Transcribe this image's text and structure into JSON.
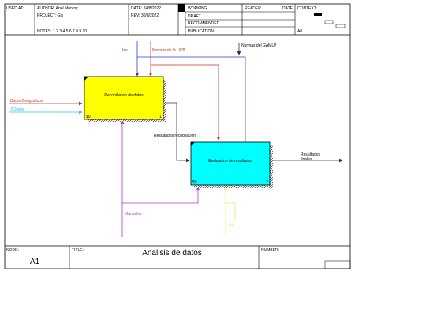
{
  "header": {
    "used_at": "USED AT:",
    "author": "AUTHOR:  Anel Monroy",
    "project": "PROJECT:  Gis",
    "notes": "NOTES:  1  2  3  4  5  6  7  8  9  10",
    "date": "DATE:  24/8/2022",
    "rev": "REV:   30/8/2022",
    "working": "WORKING",
    "draft": "DRAFT",
    "recommended": "RECOMMENDED",
    "publication": "PUBLICATION",
    "reader": "READER",
    "reader_date": "DATE",
    "context": "CONTEXT:",
    "a0": "A0"
  },
  "boxes": [
    {
      "label": "Recopilacion de datos",
      "number": "1",
      "cost": "$0",
      "fill": "#ffff00"
    },
    {
      "label": "Evaluacion de resultados",
      "number": "2",
      "cost": "$0",
      "fill": "#00ffff"
    }
  ],
  "arrows": {
    "iso": "Iso",
    "normas_ucb": "Normas de la UCB",
    "normas_gamlp": "Normas del GAMLP",
    "datos_geograficos": "Datos Geograficos",
    "bdatos": "BDatos",
    "resultados_recopilacion": "Resultados recopilacion",
    "resultados_finales_1": "Resultados",
    "resultados_finales_2": "finales",
    "manuales": "Manuales",
    "gis": "Gis"
  },
  "colors": {
    "red": "#c0392b",
    "blue": "#2b3fcf",
    "cyan": "#33c8e0",
    "magenta": "#b23bd0",
    "yellow": "#e8e870",
    "dark": "#333333"
  },
  "footer": {
    "node_label": "NODE:",
    "node_value": "A1",
    "title_label": "TITLE:",
    "title_value": "Analisis de datos",
    "number_label": "NUMBER:"
  }
}
